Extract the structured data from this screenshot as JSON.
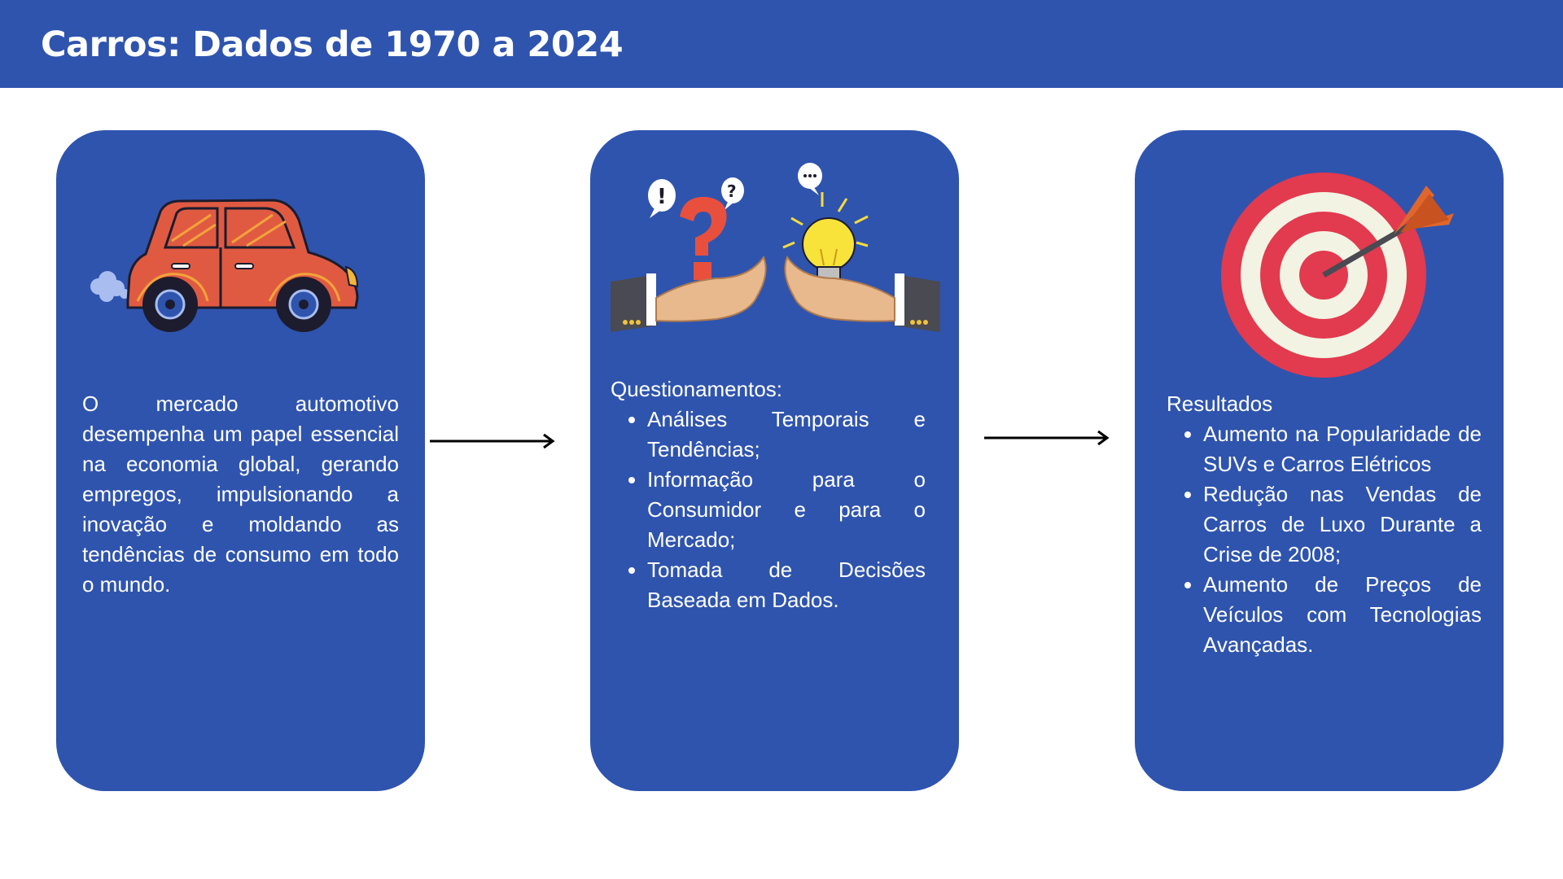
{
  "header": {
    "title": "Carros: Dados de 1970 a 2024"
  },
  "cards": [
    {
      "illustration": "car-icon",
      "paragraph": "O mercado automotivo desempenha um papel essencial na economia global, gerando empregos, impulsionando a inovação e moldando as tendências de consumo em todo o mundo."
    },
    {
      "illustration": "question-lightbulb-hands-icon",
      "heading": "Questionamentos:",
      "items": [
        "Análises Temporais e Tendências;",
        "Informação para o Consumidor e para o Mercado;",
        "Tomada de Decisões Baseada em Dados."
      ]
    },
    {
      "illustration": "target-arrow-icon",
      "heading": "Resultados",
      "items": [
        "Aumento na Popularidade de SUVs e Carros Elétricos",
        "Redução nas Vendas de Carros de Luxo Durante a Crise de 2008;",
        "Aumento de Preços de Veículos com Tecnologias Avançadas."
      ]
    }
  ],
  "colors": {
    "header": "#2f54ae",
    "card": "#2f54ae",
    "text": "#ffffff",
    "arrow": "#000000"
  }
}
